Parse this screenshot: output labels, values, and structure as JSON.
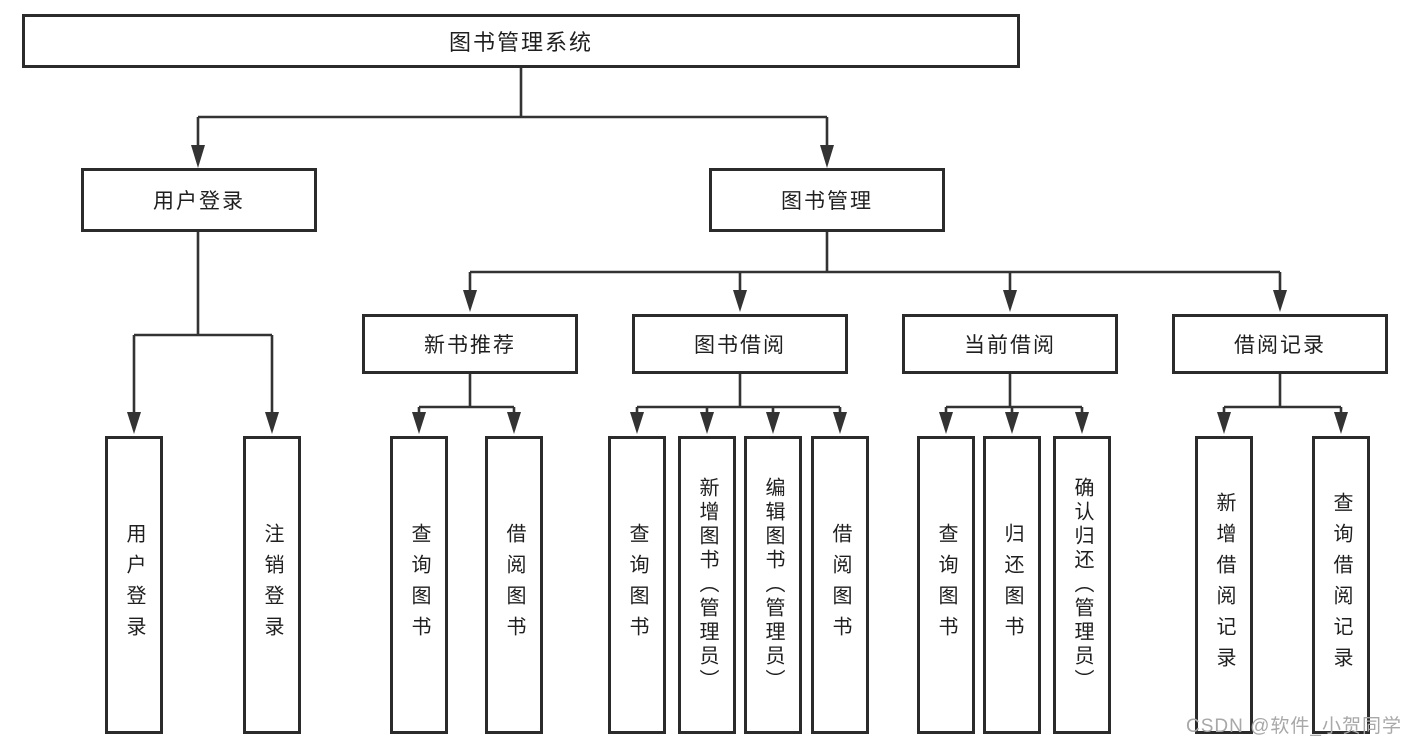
{
  "tree": {
    "root": "图书管理系统",
    "level2": [
      "用户登录",
      "图书管理"
    ],
    "level3": [
      "新书推荐",
      "图书借阅",
      "当前借阅",
      "借阅记录"
    ],
    "leaves": {
      "user_login": [
        "用户登录",
        "注销登录"
      ],
      "new_book_recommend": [
        "查询图书",
        "借阅图书"
      ],
      "book_borrow": [
        "查询图书",
        "新增图书（管理员）",
        "编辑图书（管理员）",
        "借阅图书"
      ],
      "current_borrow": [
        "查询图书",
        "归还图书",
        "确认归还（管理员）"
      ],
      "borrow_records": [
        "新增借阅记录",
        "查询借阅记录"
      ]
    }
  },
  "watermark": "CSDN @软件_小贺同学",
  "colors": {
    "line": "#333333",
    "box_border": "#2b2b2b",
    "text": "#1f1f1f",
    "watermark": "#a8a8a8",
    "background": "#ffffff"
  }
}
